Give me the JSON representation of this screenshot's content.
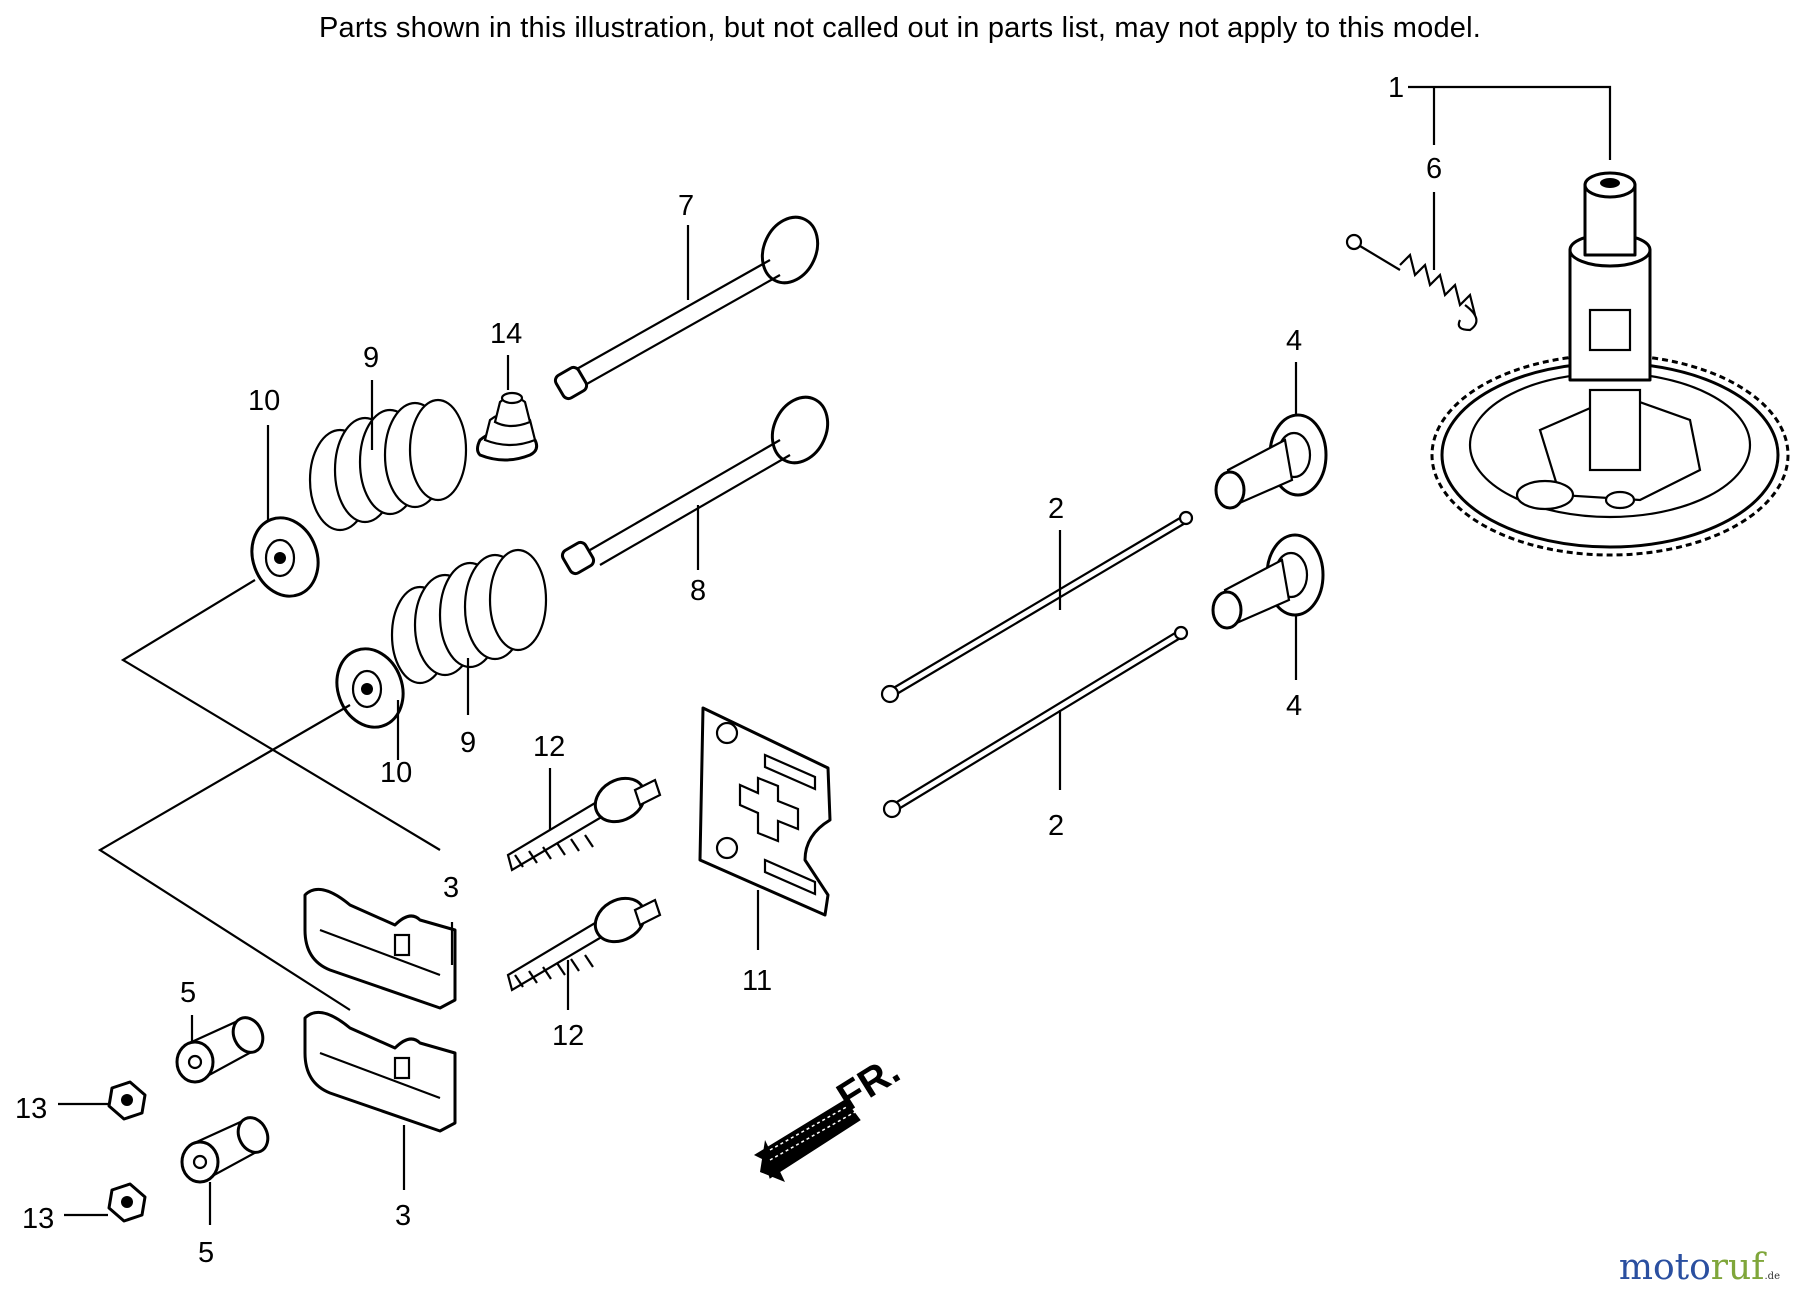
{
  "notice": "Parts shown in this illustration, but not called out in parts list, may not apply to this model.",
  "callouts": {
    "c1": "1",
    "c6": "6",
    "c7": "7",
    "c14": "14",
    "c9a": "9",
    "c10a": "10",
    "c4a": "4",
    "c2a": "2",
    "c8": "8",
    "c9b": "9",
    "c10b": "10",
    "c4b": "4",
    "c12a": "12",
    "c2b": "2",
    "c3a": "3",
    "c11": "11",
    "c12b": "12",
    "c5a": "5",
    "c13a": "13",
    "c3b": "3",
    "c13b": "13",
    "c5b": "5"
  },
  "direction": "FR.",
  "watermark": {
    "main": "moto",
    "accent": "ruf",
    "tld": ".de"
  }
}
